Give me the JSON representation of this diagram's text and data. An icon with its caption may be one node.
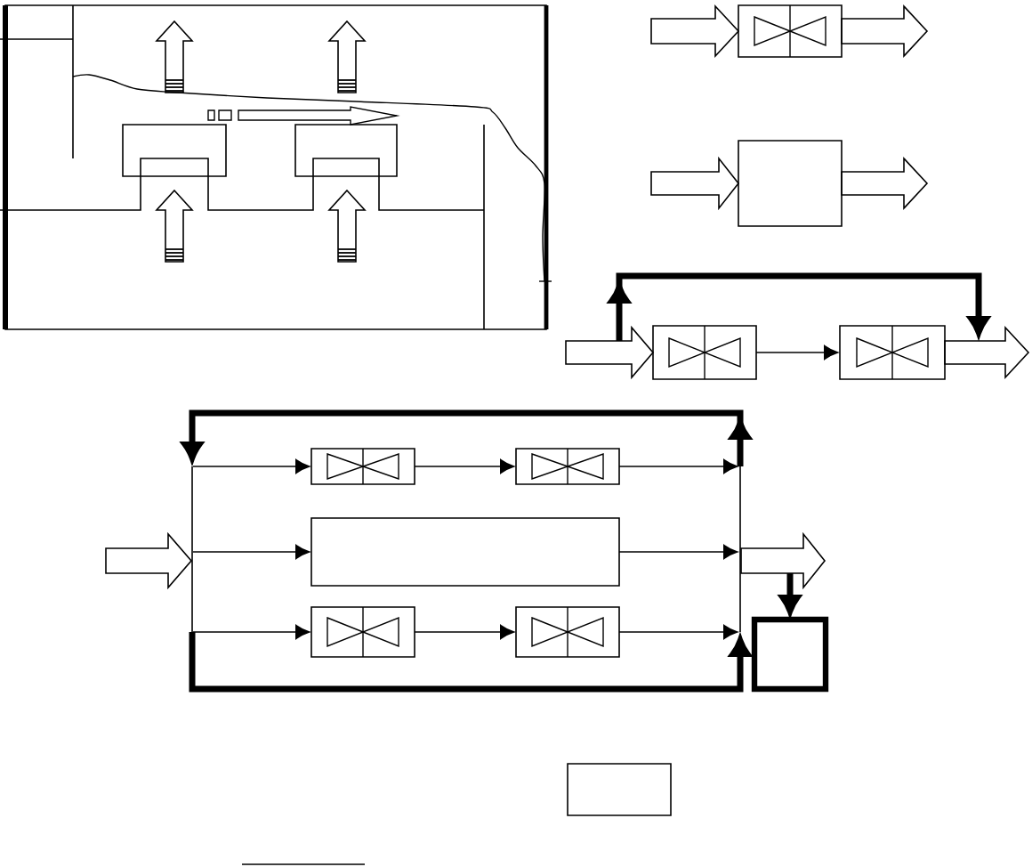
{
  "diagram": {
    "nodes": [
      {
        "text": [],
        "shape": "picture"
      },
      {
        "text": [],
        "shape": "valve"
      },
      {
        "text": [],
        "shape": "box"
      },
      {
        "text": [],
        "shape": "valve"
      },
      {
        "text": [],
        "shape": "valve"
      },
      {
        "text": [],
        "shape": "arrow"
      },
      {
        "text": [],
        "shape": "bar"
      },
      {
        "text": [],
        "shape": "valve"
      },
      {
        "text": [],
        "shape": "valve"
      },
      {
        "text": [],
        "shape": "box"
      },
      {
        "text": [],
        "shape": "valve"
      },
      {
        "text": [],
        "shape": "valve"
      },
      {
        "text": [],
        "shape": "bar"
      },
      {
        "text": [],
        "shape": "box"
      },
      {
        "text": [],
        "shape": "box"
      }
    ],
    "edges": [
      {
        "from": null,
        "to": 1,
        "arrow": "to"
      },
      {
        "from": 1,
        "to": null,
        "arrow": "to"
      },
      {
        "from": null,
        "to": 2,
        "arrow": "to"
      },
      {
        "from": 2,
        "to": null,
        "arrow": "to"
      },
      {
        "from": null,
        "to": 3,
        "arrow": "to"
      },
      {
        "from": 3,
        "to": 4,
        "arrow": "to"
      },
      {
        "from": null,
        "to": 5,
        "arrow": "to",
        "style": "thick"
      },
      {
        "from": null,
        "to": 6,
        "arrow": "to"
      },
      {
        "from": 6,
        "to": 7,
        "arrow": "to"
      },
      {
        "from": 6,
        "to": 9,
        "arrow": "to"
      },
      {
        "from": 6,
        "to": 10,
        "arrow": "to"
      },
      {
        "from": 7,
        "to": 8,
        "arrow": "to"
      },
      {
        "from": 10,
        "to": 11,
        "arrow": "to"
      },
      {
        "from": 8,
        "to": 12,
        "arrow": "to"
      },
      {
        "from": 9,
        "to": 12,
        "arrow": "to"
      },
      {
        "from": 11,
        "to": 12,
        "arrow": "to"
      },
      {
        "from": 12,
        "to": 6,
        "arrow": "to",
        "style": "thick"
      },
      {
        "from": 6,
        "to": 12,
        "arrow": "to",
        "style": "thick"
      },
      {
        "from": 12,
        "to": null,
        "arrow": "to"
      },
      {
        "from": null,
        "to": 13,
        "arrow": "to",
        "style": "thick"
      }
    ]
  }
}
